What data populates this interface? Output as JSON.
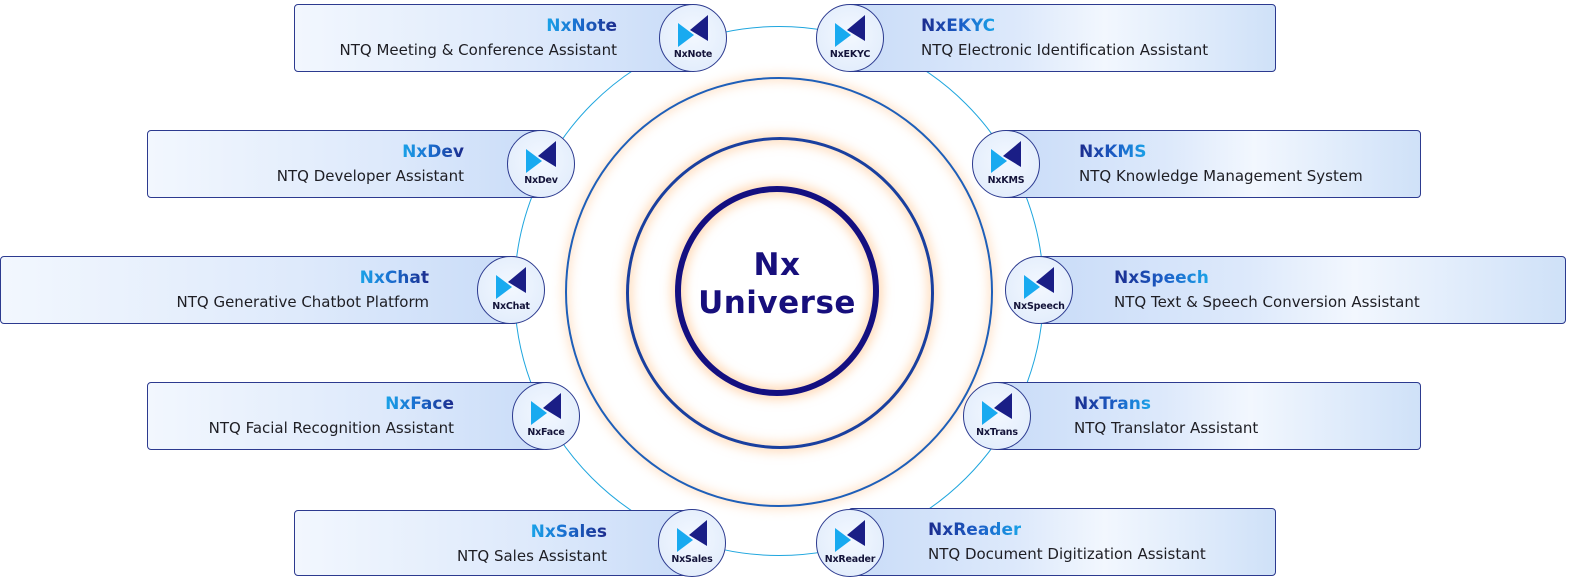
{
  "center": {
    "line1": "Nx",
    "line2": "Universe"
  },
  "colors": {
    "navy": "#170f7c",
    "ring_blue": "#1a3f9e",
    "cyan": "#1fa6de",
    "logo_light": "#18aaf0",
    "logo_dark": "#1a1e86",
    "card_border": "#2c3a8f",
    "glow": "#ffc38c"
  },
  "products": {
    "note": {
      "title": "NxNote",
      "badge": "NxNote",
      "description": "NTQ Meeting & Conference Assistant",
      "icon": "nx-logo-icon"
    },
    "ekyc": {
      "title": "NxEKYC",
      "badge": "NxEKYC",
      "description": "NTQ Electronic Identification Assistant",
      "icon": "nx-logo-icon"
    },
    "dev": {
      "title": "NxDev",
      "badge": "NxDev",
      "description": "NTQ Developer Assistant",
      "icon": "nx-logo-icon"
    },
    "kms": {
      "title": "NxKMS",
      "badge": "NxKMS",
      "description": "NTQ Knowledge Management System",
      "icon": "nx-logo-icon"
    },
    "chat": {
      "title": "NxChat",
      "badge": "NxChat",
      "description": "NTQ Generative Chatbot Platform",
      "icon": "nx-logo-icon"
    },
    "speech": {
      "title": "NxSpeech",
      "badge": "NxSpeech",
      "description": "NTQ Text & Speech Conversion Assistant",
      "icon": "nx-logo-icon"
    },
    "face": {
      "title": "NxFace",
      "badge": "NxFace",
      "description": "NTQ Facial Recognition Assistant",
      "icon": "nx-logo-icon"
    },
    "trans": {
      "title": "NxTrans",
      "badge": "NxTrans",
      "description": "NTQ Translator Assistant",
      "icon": "nx-logo-icon"
    },
    "sales": {
      "title": "NxSales",
      "badge": "NxSales",
      "description": "NTQ Sales Assistant",
      "icon": "nx-logo-icon"
    },
    "reader": {
      "title": "NxReader",
      "badge": "NxReader",
      "description": "NTQ Document Digitization Assistant",
      "icon": "nx-logo-icon"
    }
  }
}
